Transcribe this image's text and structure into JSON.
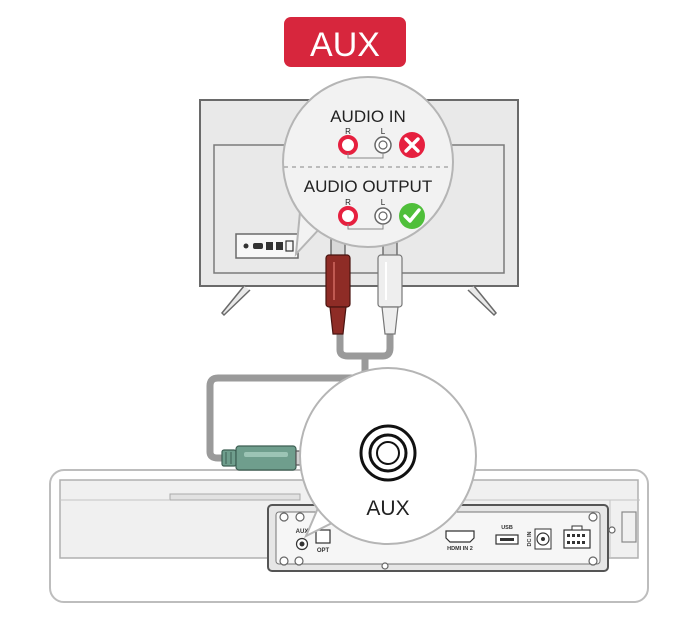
{
  "badge": {
    "text": "AUX",
    "color": "#d7263d"
  },
  "tv_zoom": {
    "audio_in": {
      "label": "AUDIO IN",
      "left_label": "R",
      "right_label": "L",
      "status_icon": "x-icon",
      "status_color": "#e6203f"
    },
    "audio_output": {
      "label": "AUDIO OUTPUT",
      "left_label": "R",
      "right_label": "L",
      "status_icon": "check-icon",
      "status_color": "#4fbf3a"
    }
  },
  "soundbar_zoom": {
    "label": "AUX"
  },
  "panel": {
    "aux": "AUX",
    "opt": "OPT",
    "hdmi": "HDMI IN 2",
    "usb": "USB",
    "dc": "DC IN"
  },
  "colors": {
    "red_plug": "#8e2c26",
    "white_plug": "#eeeeee",
    "aux_plug": "#6f9e8d",
    "cable": "#9a9a9a"
  }
}
